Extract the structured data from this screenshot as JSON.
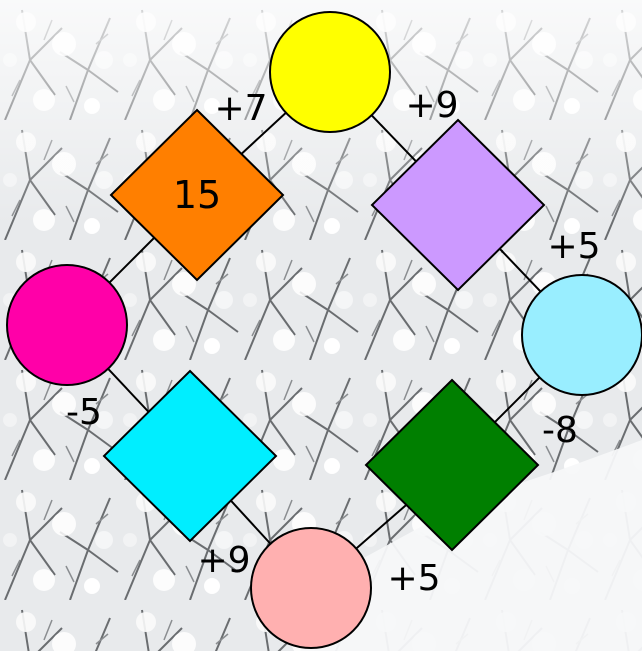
{
  "puzzle": {
    "nodes": [
      {
        "id": "top-circle",
        "shape": "circle",
        "color": "#ffff00",
        "value": ""
      },
      {
        "id": "upper-left-diamond",
        "shape": "diamond",
        "color": "#ff7f00",
        "value": "15"
      },
      {
        "id": "upper-right-diamond",
        "shape": "diamond",
        "color": "#cc99ff",
        "value": ""
      },
      {
        "id": "left-circle",
        "shape": "circle",
        "color": "#ff00a8",
        "value": ""
      },
      {
        "id": "right-circle",
        "shape": "circle",
        "color": "#99eeff",
        "value": ""
      },
      {
        "id": "lower-left-diamond",
        "shape": "diamond",
        "color": "#00eeff",
        "value": ""
      },
      {
        "id": "lower-right-diamond",
        "shape": "diamond",
        "color": "#007f00",
        "value": ""
      },
      {
        "id": "bottom-circle",
        "shape": "circle",
        "color": "#ffb0b0",
        "value": ""
      }
    ],
    "edges": [
      {
        "label": "+7"
      },
      {
        "label": "+9"
      },
      {
        "label": "+5"
      },
      {
        "label": "-8"
      },
      {
        "label": "+5"
      },
      {
        "label": "+9"
      },
      {
        "label": "-5"
      }
    ]
  }
}
